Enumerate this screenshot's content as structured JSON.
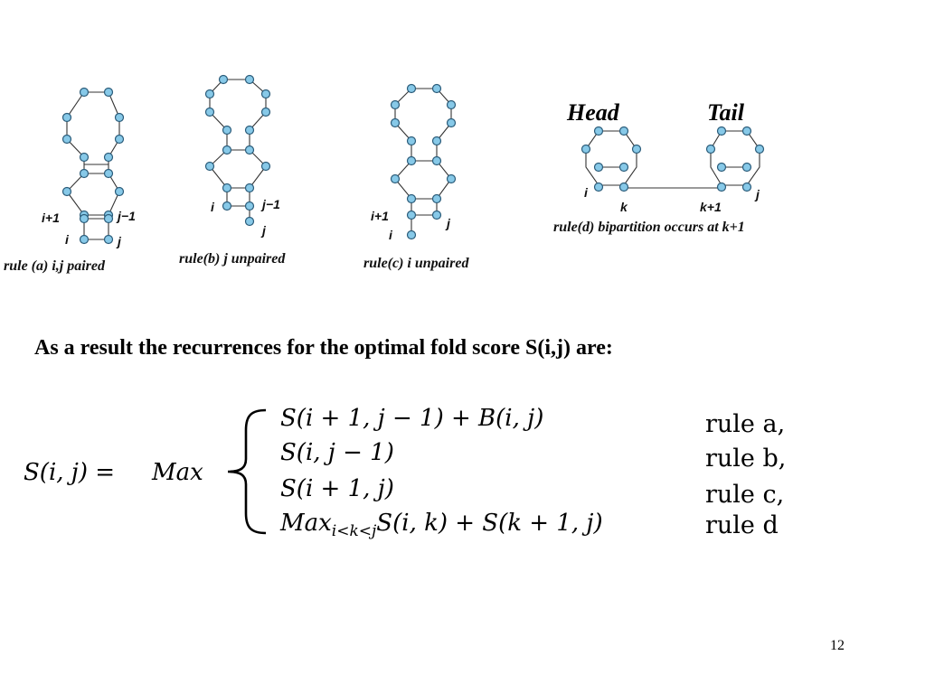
{
  "diagram_a": {
    "labels": [
      "i+1",
      "j−1",
      "i",
      "j"
    ],
    "caption": "rule (a) i,j paired"
  },
  "diagram_b": {
    "labels": [
      "i",
      "j−1",
      "j"
    ],
    "caption": "rule(b) j unpaired"
  },
  "diagram_c": {
    "labels": [
      "i+1",
      "i",
      "j"
    ],
    "caption": "rule(c) i unpaired"
  },
  "diagram_d": {
    "head": "Head",
    "tail": "Tail",
    "labels": [
      "i",
      "k",
      "k+1",
      "j"
    ],
    "caption": "rule(d) bipartition occurs at k+1"
  },
  "result_text": "As a result the recurrences for the optimal fold score S(i,j) are:",
  "equation": {
    "lhs": "S(i, j) =",
    "max": "Max",
    "cases": [
      "S(i + 1, j − 1) + B(i, j)",
      "S(i, j − 1)",
      "S(i + 1, j)"
    ],
    "case4_prefix": "Max",
    "case4_sub": "i<k<j",
    "case4_rest": "S(i, k) + S(k + 1, j)",
    "rules": [
      "rule a,",
      "rule b,",
      "rule c,",
      "rule d"
    ]
  },
  "page_number": "12"
}
